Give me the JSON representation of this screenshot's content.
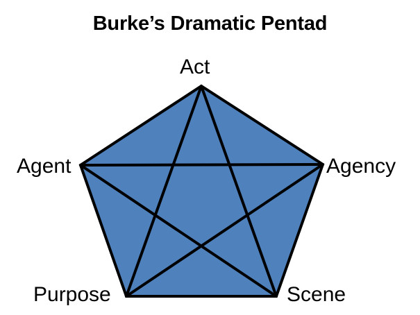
{
  "title": "Burke’s Dramatic Pentad",
  "nodes": {
    "act": "Act",
    "agent": "Agent",
    "agency": "Agency",
    "purpose": "Purpose",
    "scene": "Scene"
  },
  "colors": {
    "fill": "#4f81bd",
    "stroke": "#000000"
  }
}
